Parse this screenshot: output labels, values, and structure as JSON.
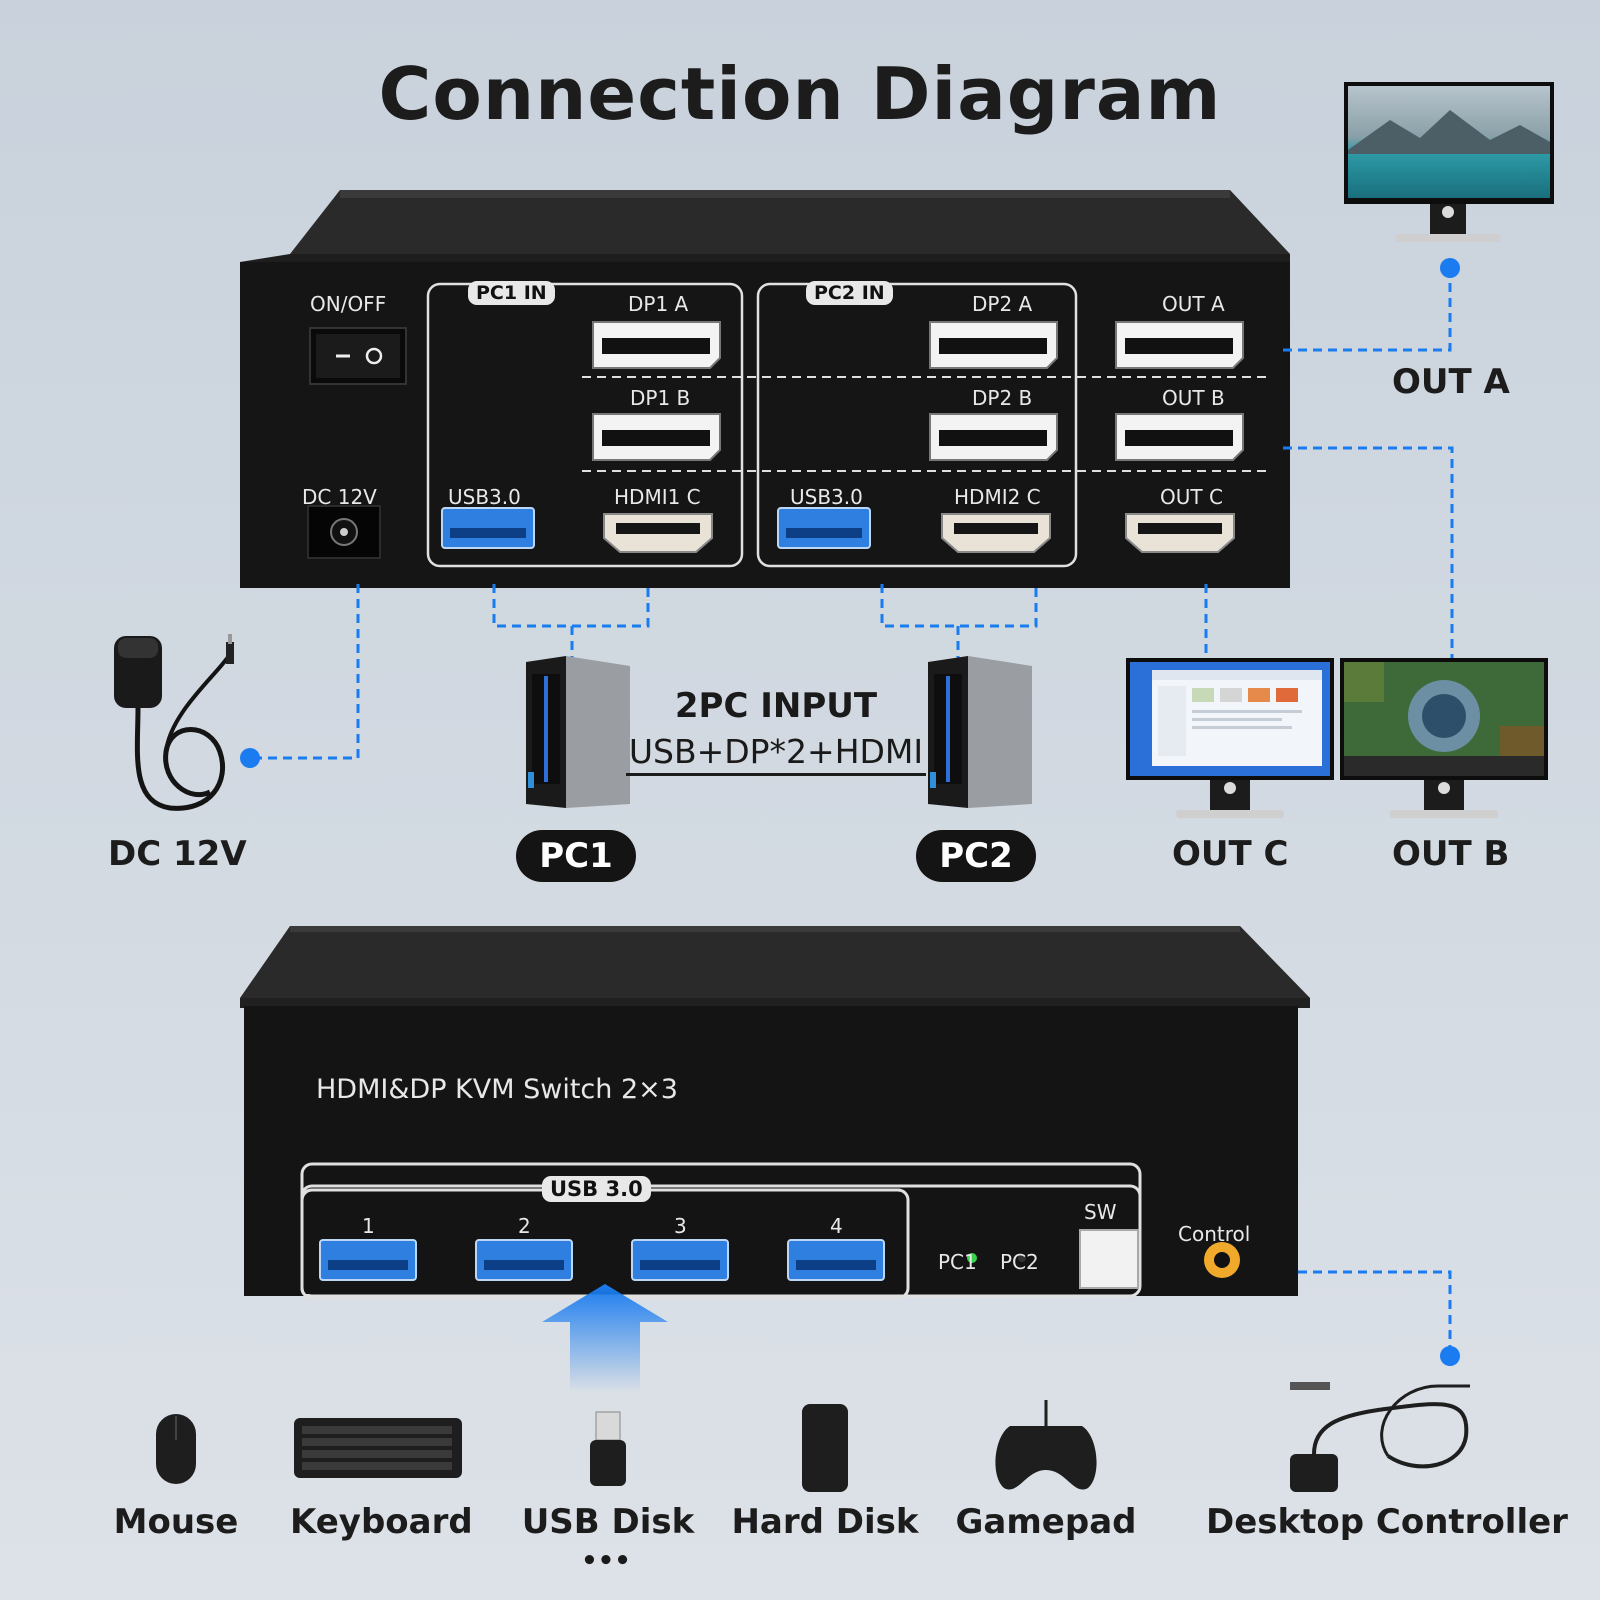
{
  "title": "Connection Diagram",
  "rear_panel": {
    "power_switch_label": "ON/OFF",
    "dc_label": "DC 12V",
    "pc1_group": "PC1 IN",
    "pc2_group": "PC2 IN",
    "dp1a": "DP1 A",
    "dp1b": "DP1 B",
    "usb_pc1": "USB3.0",
    "hdmi1c": "HDMI1 C",
    "dp2a": "DP2 A",
    "dp2b": "DP2 B",
    "usb_pc2": "USB3.0",
    "hdmi2c": "HDMI2 C",
    "out_a": "OUT A",
    "out_b": "OUT B",
    "out_c": "OUT C"
  },
  "outputs": {
    "out_a": "OUT A",
    "out_b": "OUT B",
    "out_c": "OUT C"
  },
  "power": {
    "label": "DC 12V"
  },
  "inputs": {
    "pc1": "PC1",
    "pc2": "PC2",
    "heading": "2PC INPUT",
    "subheading": "USB+DP*2+HDMI"
  },
  "front_panel": {
    "model": "HDMI&DP KVM Switch 2×3",
    "usb_group": "USB 3.0",
    "ports": [
      "1",
      "2",
      "3",
      "4"
    ],
    "pc1_led": "PC1",
    "pc2_led": "PC2",
    "sw_label": "SW",
    "control_label": "Control"
  },
  "peripherals": [
    "Mouse",
    "Keyboard",
    "USB Disk",
    "Hard Disk",
    "Gamepad",
    "Desktop Controller"
  ],
  "more": "•••",
  "colors": {
    "link": "#1a7cf0",
    "device": "#121212",
    "background": "#cfd6de"
  }
}
